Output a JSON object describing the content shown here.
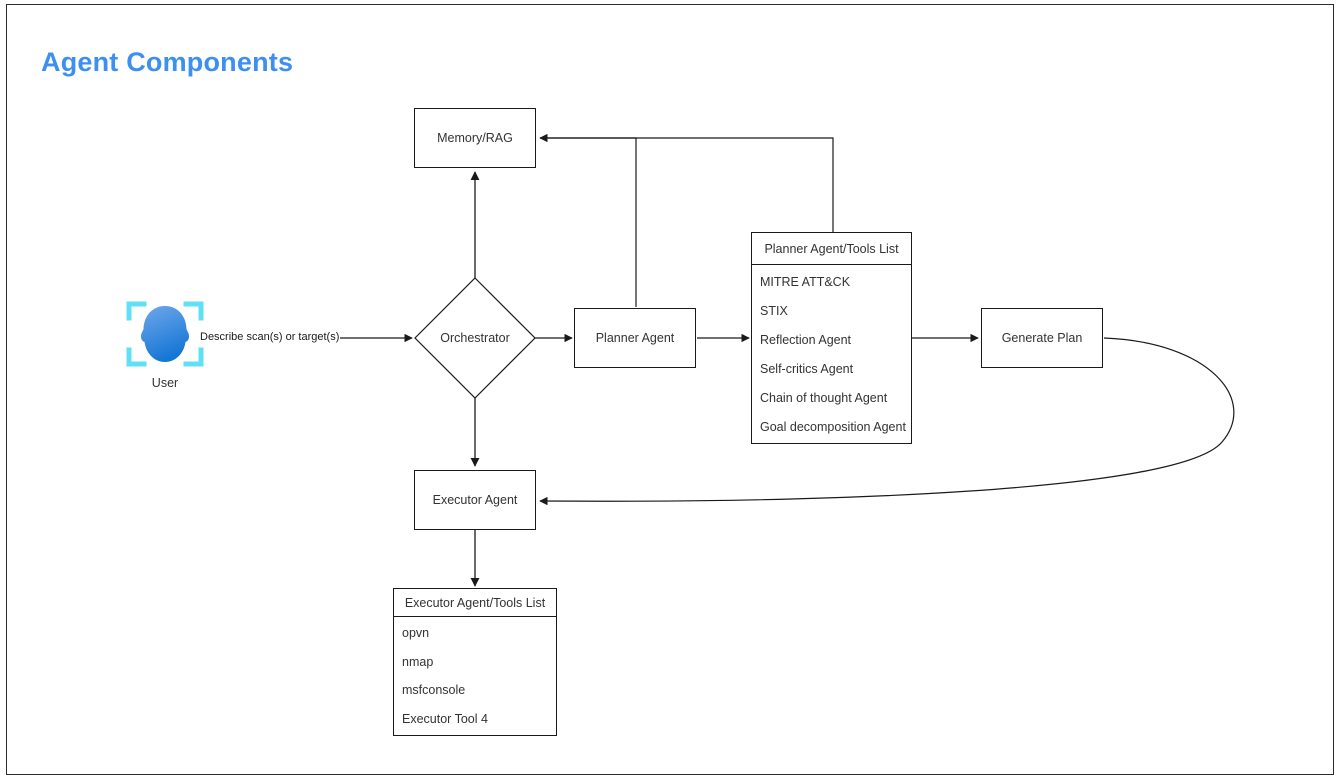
{
  "page": {
    "title": "Agent Components",
    "title_color": "#3d90f0",
    "background": "#ffffff",
    "border_color": "#2b2b2b"
  },
  "actor": {
    "icon": "user-head-icon",
    "label": "User",
    "icon_color": "#3b82d6",
    "bracket_color": "#5fe0f5"
  },
  "edges": {
    "user_to_orchestrator_label": "Describe scan(s) or target(s)"
  },
  "nodes": {
    "memory": {
      "label": "Memory/RAG"
    },
    "orchestrator": {
      "label": "Orchestrator"
    },
    "planner_agent": {
      "label": "Planner Agent"
    },
    "generate_plan": {
      "label": "Generate Plan"
    },
    "executor_agent": {
      "label": "Executor Agent"
    }
  },
  "planner_tools": {
    "header": "Planner Agent/Tools List",
    "items": [
      "MITRE ATT&CK",
      "STIX",
      "Reflection Agent",
      "Self-critics Agent",
      "Chain of thought Agent",
      "Goal decomposition Agent"
    ]
  },
  "executor_tools": {
    "header": "Executor Agent/Tools List",
    "items": [
      "opvn",
      "nmap",
      "msfconsole",
      "Executor Tool 4"
    ]
  }
}
